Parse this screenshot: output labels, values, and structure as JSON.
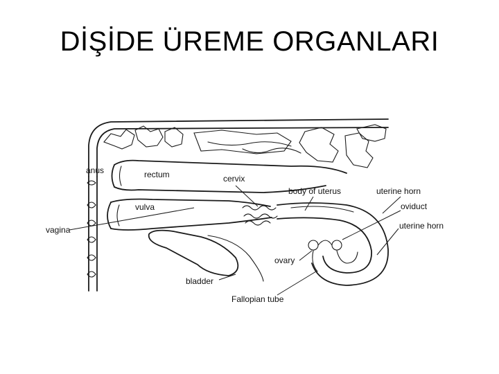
{
  "slide": {
    "title": "DİŞİDE ÜREME ORGANLARI"
  },
  "diagram": {
    "labels": {
      "anus": "anus",
      "rectum": "rectum",
      "cervix": "cervix",
      "body_of_uterus": "body of uterus",
      "uterine_horn_top": "uterine horn",
      "oviduct": "oviduct",
      "uterine_horn_right": "uterine horn",
      "vulva": "vulva",
      "vagina": "vagina",
      "ovary": "ovary",
      "bladder": "bladder",
      "fallopian_tube": "Fallopian tube"
    }
  }
}
